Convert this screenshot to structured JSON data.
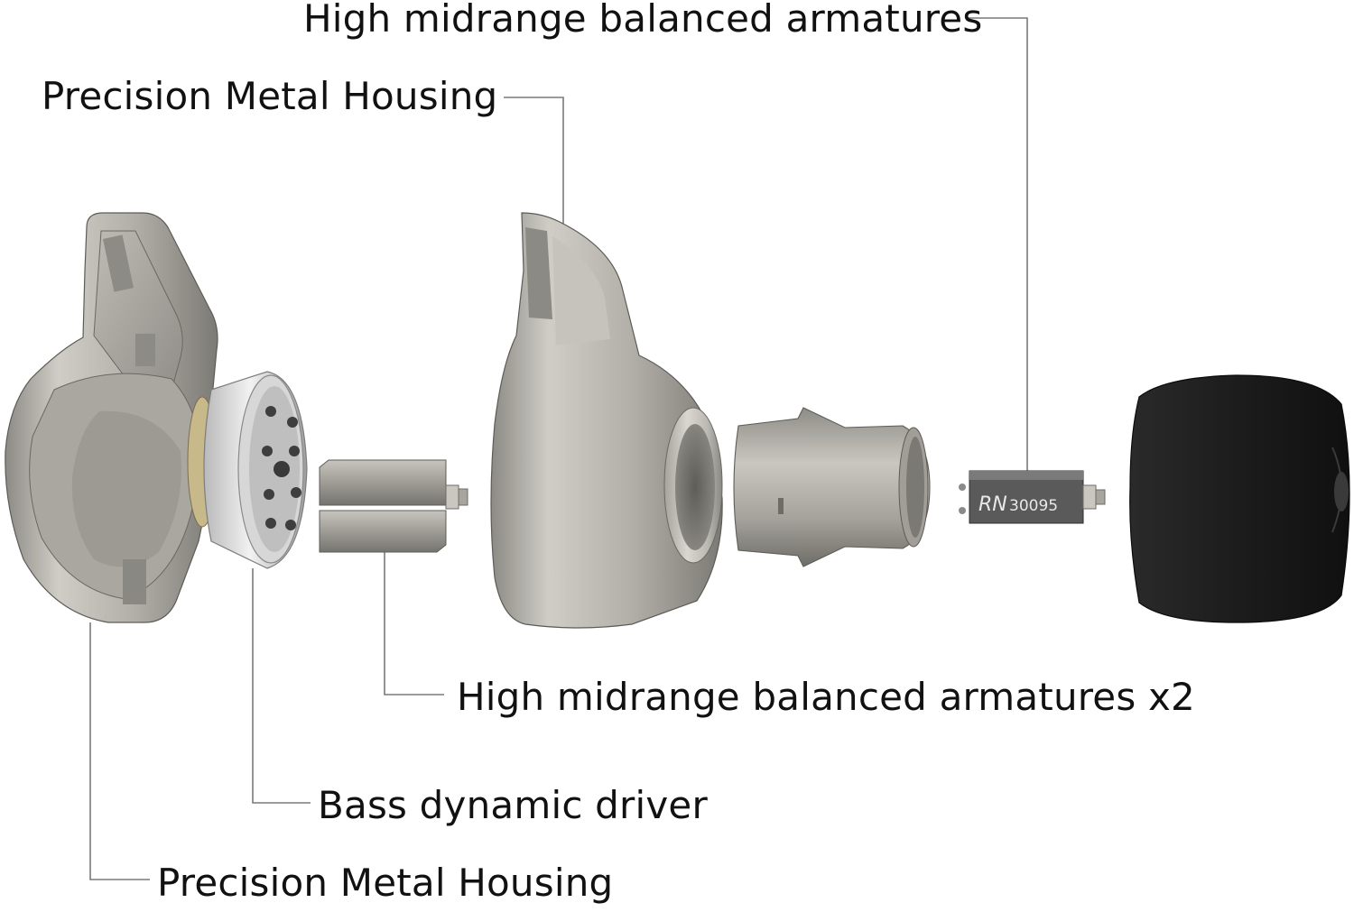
{
  "labels": {
    "top_right": "High midrange balanced armatures",
    "top_left": "Precision Metal Housing",
    "armature_x2": "High midrange balanced armatures x2",
    "bass_driver": "Bass dynamic driver",
    "bottom": "Precision Metal Housing"
  },
  "armature_mark": {
    "logo": "RN",
    "code": "30095"
  },
  "colors": {
    "background": "#ffffff",
    "text": "#111111",
    "leader_line": "#7a7a7a",
    "metal_light": "#d8d6d0",
    "metal_mid": "#a9a79f",
    "metal_dark": "#6e6c66",
    "eartip": "#1e1e1e"
  }
}
